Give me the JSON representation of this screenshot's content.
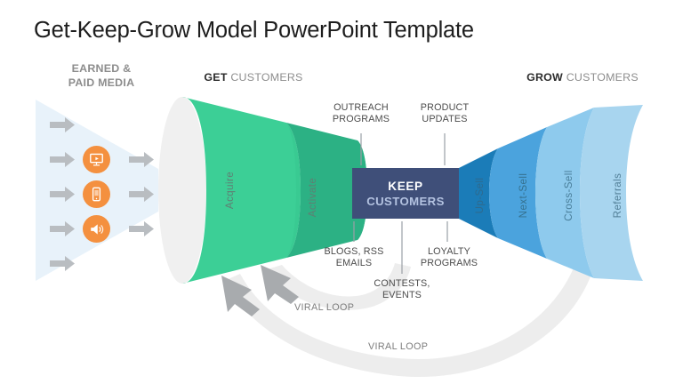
{
  "slide": {
    "title": "Get-Keep-Grow Model PowerPoint Template",
    "background": "#ffffff"
  },
  "headers": {
    "earned_paid_media": "EARNED &\nPAID MEDIA",
    "earned_paid_media_line1": "EARNED &",
    "earned_paid_media_line2": "PAID MEDIA",
    "get_strong": "GET",
    "get_rest": "CUSTOMERS",
    "grow_strong": "GROW",
    "grow_rest": "CUSTOMERS"
  },
  "media": {
    "icons": [
      {
        "name": "display-ad-icon",
        "glyph": "monitor-play"
      },
      {
        "name": "mobile-ad-icon",
        "glyph": "smartphone"
      },
      {
        "name": "megaphone-icon",
        "glyph": "speaker"
      }
    ],
    "inbound_arrow_count": 5,
    "outbound_arrow_count": 3,
    "arrow_color": "#b9bdc1",
    "icon_color": "#f4903f",
    "wedge_color": "#e8f2fa"
  },
  "get_stage": {
    "segments": [
      {
        "label": "Acquire",
        "color": "#3ccf96"
      },
      {
        "label": "Activate",
        "color": "#2cb184"
      }
    ],
    "mouth_color": "#f0f0f0",
    "label_color": "#5f7f73"
  },
  "keep_stage": {
    "line1": "KEEP",
    "line2": "CUSTOMERS",
    "box_color": "#3f4f79",
    "line1_color": "#ffffff",
    "line2_color": "#b3c2e0"
  },
  "grow_stage": {
    "segments": [
      {
        "label": "Up-Sell",
        "color": "#1b7cb8"
      },
      {
        "label": "Next-Sell",
        "color": "#4ba3dd"
      },
      {
        "label": "Cross-Sell",
        "color": "#8ecaed"
      },
      {
        "label": "Referrals",
        "color": "#a8d5ef"
      }
    ],
    "label_color": "#4a6d82"
  },
  "callouts": {
    "top": [
      {
        "line1": "OUTREACH",
        "line2": "PROGRAMS"
      },
      {
        "line1": "PRODUCT",
        "line2": "UPDATES"
      }
    ],
    "bottom": [
      {
        "line1": "BLOGS, RSS",
        "line2": "EMAILS"
      },
      {
        "line1": "CONTESTS,",
        "line2": "EVENTS"
      },
      {
        "line1": "LOYALTY",
        "line2": "PROGRAMS"
      }
    ],
    "text_color": "#4c4c4c",
    "connector_color": "#9aa0a6"
  },
  "viral_loops": [
    {
      "label": "VIRAL LOOP"
    },
    {
      "label": "VIRAL LOOP"
    }
  ],
  "loop_style": {
    "band_color": "#ededed",
    "arrow_color": "#a8abae",
    "label_color": "#7d7d7d"
  }
}
